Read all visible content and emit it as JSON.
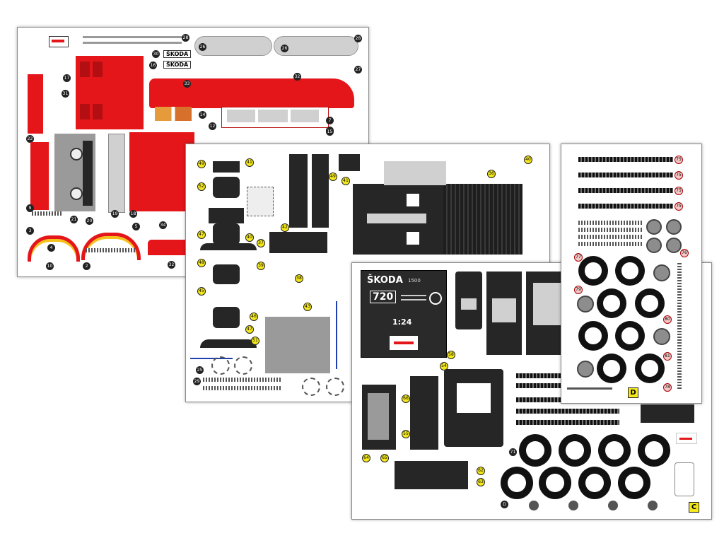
{
  "sheets": {
    "a": {
      "brand": "ŠKODA"
    },
    "b": {},
    "c": {
      "brand": "ŠKODA",
      "engine": "1500",
      "model": "720",
      "scale": "1:24",
      "letter": "C"
    },
    "d": {
      "letter": "D"
    }
  },
  "colors": {
    "body_red": "#e4161a",
    "interior_black": "#262626",
    "part_number_yellow": "#f4e81c"
  }
}
